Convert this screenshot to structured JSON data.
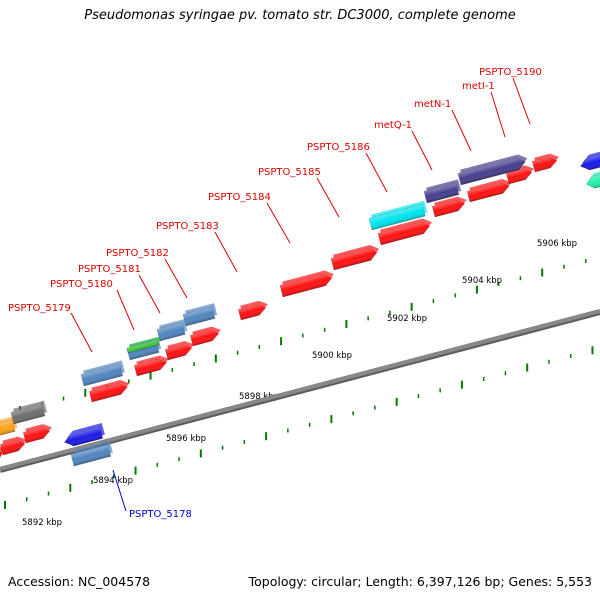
{
  "title": "Pseudomonas syringae pv. tomato str. DC3000, complete genome",
  "footer": {
    "accession": "Accession: NC_004578",
    "topology": "Topology: circular; Length: 6,397,126 bp; Genes: 5,553"
  },
  "colors": {
    "label_red": "#dd0000",
    "label_blue": "#0000cc",
    "tick_green": "#007a00",
    "backbone": "#888888",
    "gene_red": "#ff1111",
    "gene_steelblue": "#4f86c0",
    "gene_purple": "#463e8c",
    "gene_cyan": "#00e6ee",
    "gene_blue": "#1a1ae6",
    "gene_green": "#3ec43e",
    "gene_orange": "#ffa21a",
    "gene_gray": "#6e6e6e",
    "gene_teal": "#20f0a8"
  },
  "scale_labels": [
    "5892 kbp",
    "5894 kbp",
    "5896 kbp",
    "5898 kbp",
    "5900 kbp",
    "5902 kbp",
    "5904 kbp",
    "5906 kbp"
  ],
  "gene_labels": [
    {
      "text": "PSPTO_5178",
      "color": "blue"
    },
    {
      "text": "PSPTO_5179",
      "color": "red"
    },
    {
      "text": "PSPTO_5180",
      "color": "red"
    },
    {
      "text": "PSPTO_5181",
      "color": "red"
    },
    {
      "text": "PSPTO_5182",
      "color": "red"
    },
    {
      "text": "PSPTO_5183",
      "color": "red"
    },
    {
      "text": "PSPTO_5184",
      "color": "red"
    },
    {
      "text": "PSPTO_5185",
      "color": "red"
    },
    {
      "text": "PSPTO_5186",
      "color": "red"
    },
    {
      "text": "metQ-1",
      "color": "red"
    },
    {
      "text": "metN-1",
      "color": "red"
    },
    {
      "text": "metI-1",
      "color": "red"
    },
    {
      "text": "PSPTO_5190",
      "color": "red"
    }
  ]
}
